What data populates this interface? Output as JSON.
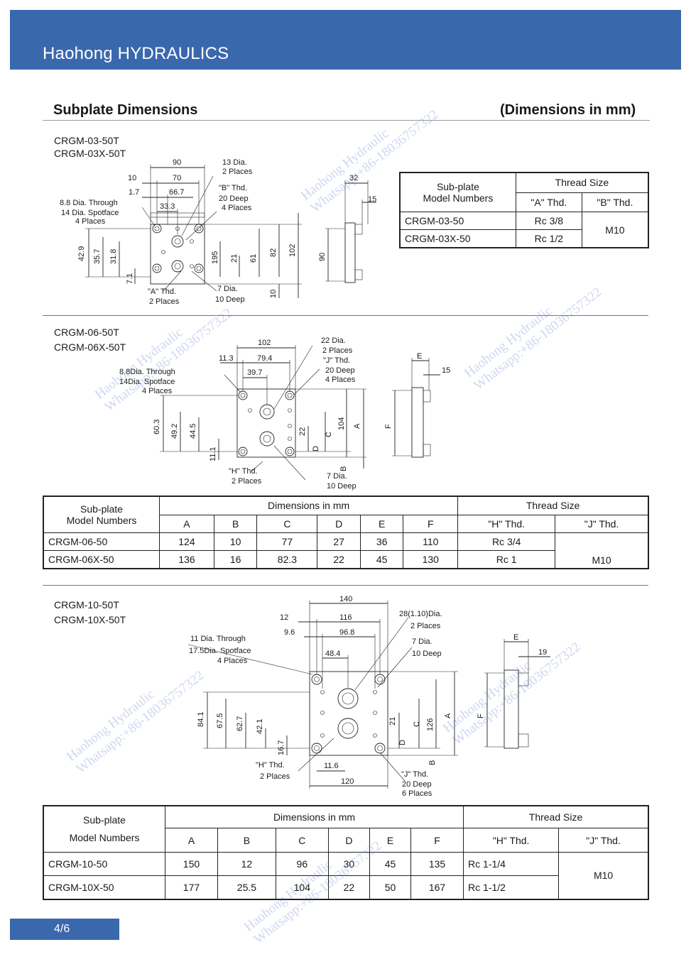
{
  "header": {
    "brand": "Haohong HYDRAULICS"
  },
  "page": {
    "title": "Subplate Dimensions",
    "units_note": "(Dimensions in mm)",
    "page_number": "4/6"
  },
  "watermark": {
    "line1": "Haohong Hydraulic",
    "line2": "Whatsapp:+86-18036757322"
  },
  "sections": [
    {
      "models": [
        "CRGM-03-50T",
        "CRGM-03X-50T"
      ],
      "labels": {
        "d90": "90",
        "d70": "70",
        "d10": "10",
        "d13dia": "13 Dia.",
        "d2places": "2 Places",
        "d1_7": "1.7",
        "d66_7": "66.7",
        "bthd": "\"B\"  Thd.",
        "d20deep": "20  Deep",
        "d4places": "4 Places",
        "d88": "8.8 Dia. Through",
        "d14spot": "14 Dia. Spotface",
        "d4places2": "4 Places",
        "d33_3": "33.3",
        "d42_9": "42.9",
        "d35_7": "35.7",
        "d31_8": "31.8",
        "d7_1": "7.1",
        "d195": "195",
        "d21": "21",
        "d61": "61",
        "d82": "82",
        "d102": "102",
        "d10b": "10",
        "athd": "\"A\"  Thd.",
        "d2places2": "2 Places",
        "d7dia": "7 Dia.",
        "d10deep": "10 Deep",
        "d32": "32",
        "d15": "15",
        "d90s": "90"
      },
      "table": {
        "header_model": [
          "Sub-plate",
          "Model Numbers"
        ],
        "header_thread": "Thread Size",
        "col_a": "\"A\"   Thd.",
        "col_b": "\"B\"   Thd.",
        "rows": [
          {
            "model": "CRGM-03-50",
            "a": "Rc 3/8"
          },
          {
            "model": "CRGM-03X-50",
            "a": "Rc 1/2"
          }
        ],
        "b_value": "M10"
      }
    },
    {
      "models": [
        "CRGM-06-50T",
        "CRGM-06X-50T"
      ],
      "labels": {
        "d102": "102",
        "d11_3": "11.3",
        "d79_4": "79.4",
        "d39_7": "39.7",
        "d22dia": "22 Dia.",
        "d2places": "2 Places",
        "jthd": "\"J\"  Thd.",
        "d20deep": "20 Deep",
        "d4places": "4 Places",
        "d88": "8.8Dia. Through",
        "d14spot": "14Dia. Spotface",
        "d4places2": "4 Places",
        "d60_3": "60.3",
        "d49_2": "49.2",
        "d44_5": "44.5",
        "d11_1": "11.1",
        "d22": "22",
        "D": "D",
        "C": "C",
        "d104": "104",
        "A": "A",
        "B": "B",
        "hthd": "\"H\"  Thd.",
        "d2places2": "2 Places",
        "d7dia": "7 Dia.",
        "d10deep": "10 Deep",
        "E": "E",
        "d15": "15",
        "F": "F"
      },
      "table": {
        "header_model": [
          "Sub-plate",
          "Model Numbers"
        ],
        "header_dims": "Dimensions in mm",
        "header_thread": "Thread Size",
        "cols": [
          "A",
          "B",
          "C",
          "D",
          "E",
          "F"
        ],
        "col_h": "\"H\"    Thd.",
        "col_j": "\"J\"    Thd.",
        "rows": [
          {
            "model": "CRGM-06-50",
            "vals": [
              "124",
              "10",
              "77",
              "27",
              "36",
              "110"
            ],
            "h": "Rc 3/4"
          },
          {
            "model": "CRGM-06X-50",
            "vals": [
              "136",
              "16",
              "82.3",
              "22",
              "45",
              "130"
            ],
            "h": "Rc 1"
          }
        ],
        "j_value": "M10"
      }
    },
    {
      "models": [
        "CRGM-10-50T",
        "CRGM-10X-50T"
      ],
      "labels": {
        "d140": "140",
        "d12": "12",
        "d116": "116",
        "d9_6": "9.6",
        "d96_8": "96.8",
        "d48_4": "48.4",
        "d28dia": "28(1.10)Dia.",
        "d2places": "2 Places",
        "d7dia": "7 Dia.",
        "d10deep": "10 Deep",
        "d11": "11 Dia. Through",
        "d17spot": "17.5Dia. Spotface",
        "d4places": "4 Places",
        "d84_1": "84.1",
        "d67_5": "67.5",
        "d62_7": "62.7",
        "d42_1": "42.1",
        "d16_7": "16.7",
        "d21": "21",
        "C": "C",
        "D": "D",
        "d126": "126",
        "A": "A",
        "B": "B",
        "hthd": "\"H\"  Thd.",
        "d2places2": "2 Places",
        "d11_6": "11.6",
        "d120": "120",
        "jthd": "\"J\"  Thd.",
        "d20deep": "20 Deep",
        "d6places": "6 Places",
        "E": "E",
        "d19": "19",
        "F": "F"
      },
      "table": {
        "header_model": [
          "Sub-plate",
          "Model Numbers"
        ],
        "header_dims": "Dimensions in mm",
        "header_thread": "Thread Size",
        "cols": [
          "A",
          "B",
          "C",
          "D",
          "E",
          "F"
        ],
        "col_h": "\"H\"    Thd.",
        "col_j": "\"J\"    Thd.",
        "rows": [
          {
            "model": "CRGM-10-50",
            "vals": [
              "150",
              "12",
              "96",
              "30",
              "45",
              "135"
            ],
            "h": "Rc 1-1/4"
          },
          {
            "model": "CRGM-10X-50",
            "vals": [
              "177",
              "25.5",
              "104",
              "22",
              "50",
              "167"
            ],
            "h": "Rc 1-1/2"
          }
        ],
        "j_value": "M10"
      }
    }
  ]
}
